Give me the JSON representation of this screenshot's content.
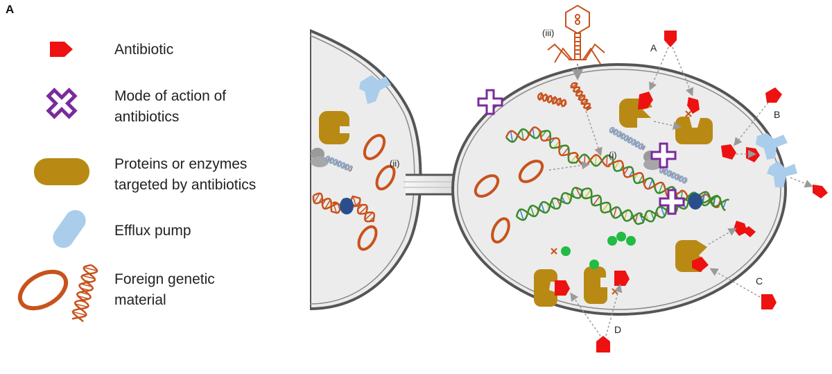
{
  "panel_label": "A",
  "legend": {
    "antibiotic": "Antibiotic",
    "mode_of_action_line1": "Mode of action of",
    "mode_of_action_line2": "antibiotics",
    "proteins_line1": "Proteins or enzymes",
    "proteins_line2": "targeted by antibiotics",
    "efflux": "Efflux pump",
    "foreign_line1": "Foreign genetic",
    "foreign_line2": "material"
  },
  "diagram_labels": {
    "i": "(i)",
    "ii": "(ii)",
    "iii": "(iii)",
    "A": "A",
    "B": "B",
    "C": "C",
    "D": "D"
  },
  "colors": {
    "antibiotic": "#ee1111",
    "mode_of_action": "#7a2a9c",
    "protein": "#b88a14",
    "efflux": "#a9cdea",
    "genetic": "#c8521c",
    "dna_green": "#3a8a2a",
    "cell_fill": "#ececec",
    "membrane": "#555555",
    "particle": "#22bb44",
    "ribosome": "#9a9a9a",
    "nucleoid_blue": "#2a4e8c"
  }
}
